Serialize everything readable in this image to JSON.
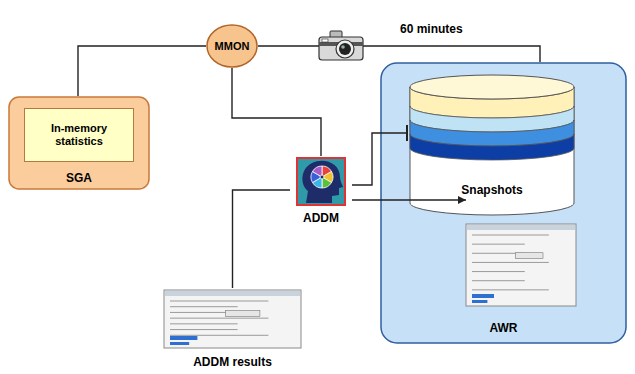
{
  "diagram": {
    "nodes": [
      {
        "text": [
          "MMON"
        ]
      },
      {
        "text": [
          "SGA"
        ]
      },
      {
        "text": [
          "In-memory statistics"
        ],
        "in": 1
      },
      {
        "text": [
          "ADDM"
        ]
      },
      {
        "text": [
          "ADDM results"
        ]
      },
      {
        "text": [
          "AWR"
        ]
      },
      {
        "text": [
          "Snapshots"
        ],
        "in": 5
      }
    ],
    "edges": [
      {
        "from": 0,
        "to": 1,
        "arrow": "none"
      },
      {
        "from": 0,
        "to": 5,
        "arrow": "none",
        "label": "60 minutes"
      },
      {
        "from": 0,
        "to": 3,
        "arrow": "none"
      },
      {
        "from": 3,
        "to": 6,
        "arrow": "to"
      },
      {
        "from": 3,
        "to": 5,
        "arrow": "to"
      },
      {
        "from": 3,
        "to": 4,
        "arrow": "none"
      }
    ]
  }
}
